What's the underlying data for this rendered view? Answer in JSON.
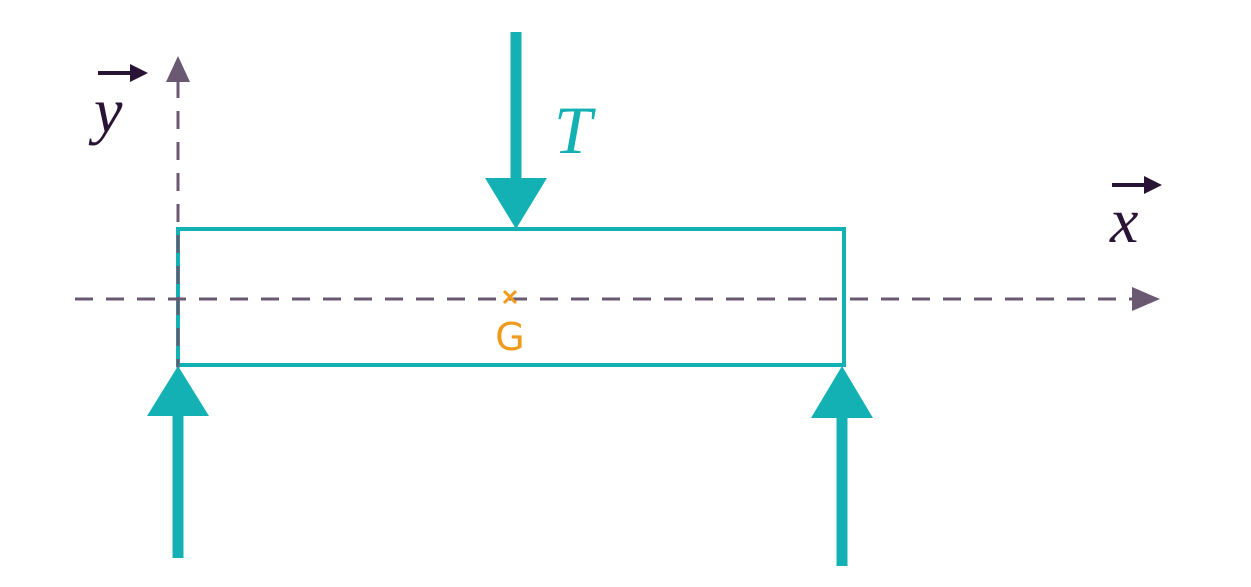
{
  "labels": {
    "force_top": "T",
    "axis_x": "x",
    "axis_y": "y",
    "center_of_gravity": "G"
  },
  "colors": {
    "teal": "#14b1b4",
    "axis": "#6b5873",
    "axis_label": "#2a1436",
    "center_mark": "#f09a1b",
    "background": "#ffffff"
  }
}
